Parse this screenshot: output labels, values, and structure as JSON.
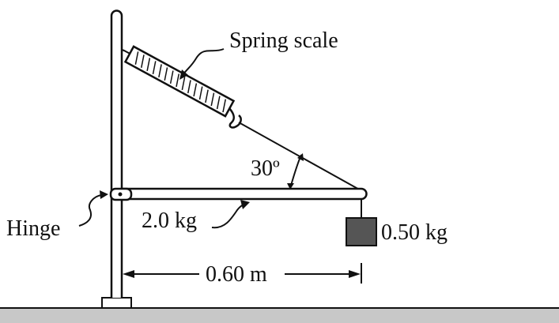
{
  "labels": {
    "spring_scale": "Spring scale",
    "angle": "30º",
    "hinge": "Hinge",
    "beam_mass": "2.0 kg",
    "block_mass": "0.50 kg",
    "length": "0.60 m"
  },
  "colors": {
    "ink": "#111111",
    "ground": "#c8c8c8",
    "block": "#555555"
  }
}
